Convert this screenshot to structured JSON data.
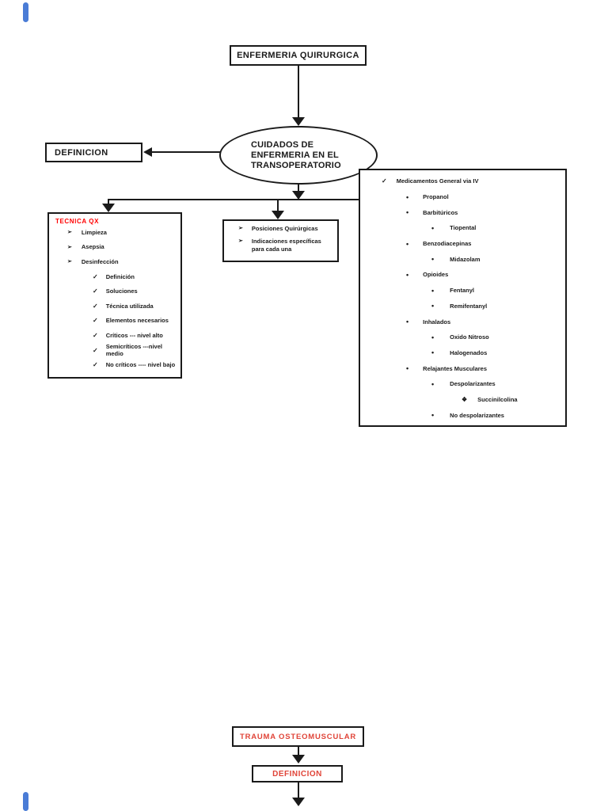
{
  "colors": {
    "line": "#1a1a1a",
    "tecnica_red": "#ff0000",
    "bottom_red": "#e04438",
    "page_marker_blue": "#4a7cd6"
  },
  "glyphs": {
    "check": "✓",
    "arrow_bullet": "➢",
    "bullet": "•",
    "diamond": "❖"
  },
  "top_chart": {
    "root": "ENFERMERIA QUIRURGICA",
    "central": "CUIDADOS DE ENFERMERIA EN EL TRANSOPERATORIO",
    "definicion": "DEFINICION"
  },
  "tecnica": {
    "title": "TECNICA QX",
    "items": [
      "Limpieza",
      "Asepsia",
      "Desinfección"
    ],
    "subitems": [
      "Definición",
      "Soluciones",
      "Técnica utilizada",
      "Elementos necesarios",
      "Críticos ---  nivel alto",
      "Semicríticos ---nivel medio",
      "No críticos ---- nivel bajo"
    ]
  },
  "posiciones": {
    "items": [
      "Posiciones Quirúrgicas",
      "Indicaciones específicas para cada una"
    ]
  },
  "medicamentos": {
    "title": "Medicamentos General via IV",
    "items": [
      {
        "level": 1,
        "label": "Propanol"
      },
      {
        "level": 1,
        "label": "Barbitúricos"
      },
      {
        "level": 2,
        "label": "Tiopental"
      },
      {
        "level": 1,
        "label": "Benzodiacepinas"
      },
      {
        "level": 2,
        "label": "Midazolam"
      },
      {
        "level": 1,
        "label": "Opioides"
      },
      {
        "level": 2,
        "label": "Fentanyl"
      },
      {
        "level": 2,
        "label": "Remifentanyl"
      },
      {
        "level": 1,
        "label": "Inhalados"
      },
      {
        "level": 2,
        "label": "Oxido Nitroso"
      },
      {
        "level": 2,
        "label": "Halogenados"
      },
      {
        "level": 1,
        "label": "Relajantes Musculares"
      },
      {
        "level": 2,
        "label": "Despolarizantes"
      },
      {
        "level": 3,
        "label": "Succinilcolina"
      },
      {
        "level": 2,
        "label": "No despolarizantes"
      }
    ]
  },
  "bottom_chart": {
    "trauma": "TRAUMA OSTEOMUSCULAR",
    "definicion": "DEFINICION"
  }
}
